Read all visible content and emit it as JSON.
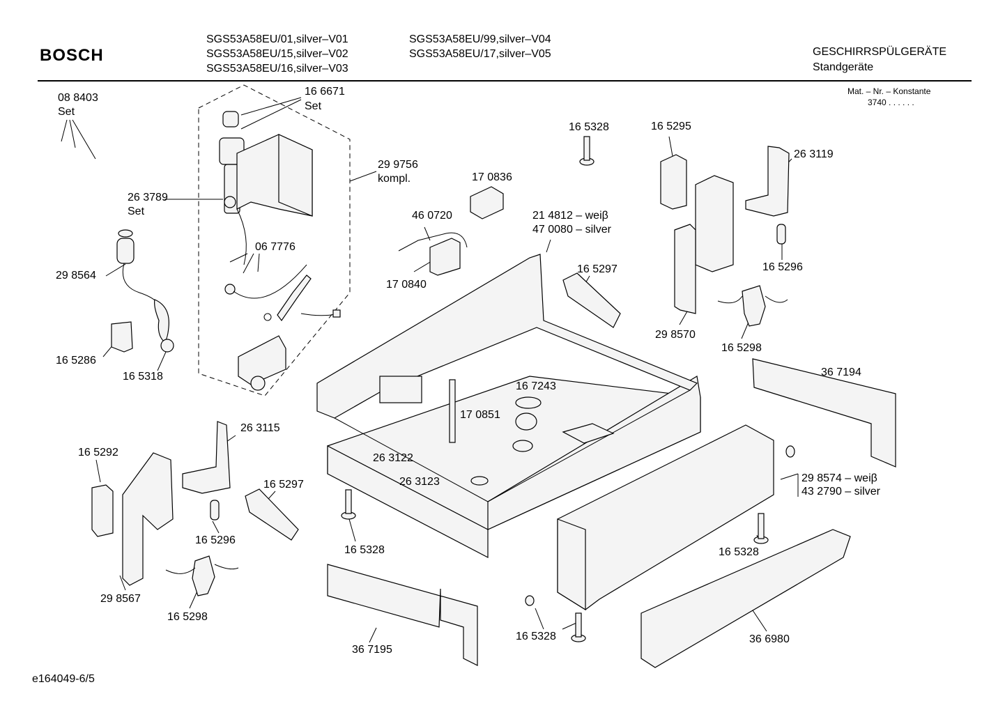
{
  "header": {
    "brand": "BOSCH",
    "models_col1": [
      "SGS53A58EU/01,silver–V01",
      "SGS53A58EU/15,silver–V02",
      "SGS53A58EU/16,silver–V03"
    ],
    "models_col2": [
      "SGS53A58EU/99,silver–V04",
      "SGS53A58EU/17,silver–V05"
    ],
    "category": "GESCHIRRSPÜLGERÄTE",
    "subcategory": "Standgeräte",
    "mat_label": "Mat. – Nr. – Konstante",
    "mat_value": "3740  .  .    .  .  .  ."
  },
  "labels": {
    "l088403": "08 8403",
    "l088403s": "Set",
    "l166671": "16 6671",
    "l166671s": "Set",
    "l299756": "29 9756",
    "l299756s": "kompl.",
    "l263789": "26 3789",
    "l263789s": "Set",
    "l298564": "29 8564",
    "l067776": "06 7776",
    "l165286": "16 5286",
    "l165318": "16 5318",
    "l170836": "17 0836",
    "l460720": "46 0720",
    "l170840": "17 0840",
    "l214812": "21 4812 – weiβ",
    "l470080": "47 0080 – silver",
    "l165328a": "16 5328",
    "l165295": "16 5295",
    "l263119": "26 3119",
    "l165296a": "16 5296",
    "l165297a": "16 5297",
    "l298570": "29 8570",
    "l165298a": "16 5298",
    "l367194": "36 7194",
    "l167243": "16 7243",
    "l170851": "17 0851",
    "l263115": "26 3115",
    "l165292": "16 5292",
    "l165297b": "16 5297",
    "l263122": "26 3122",
    "l263123": "26 3123",
    "l165296b": "16 5296",
    "l298574": "29 8574 – weiβ",
    "l432790": "43 2790 – silver",
    "l165328b": "16 5328",
    "l165328c": "16 5328",
    "l298567": "29 8567",
    "l165298b": "16 5298",
    "l165328d": "16 5328",
    "l367195": "36 7195",
    "l366980": "36 6980"
  },
  "footer": {
    "doc_id": "e164049-6/5"
  }
}
